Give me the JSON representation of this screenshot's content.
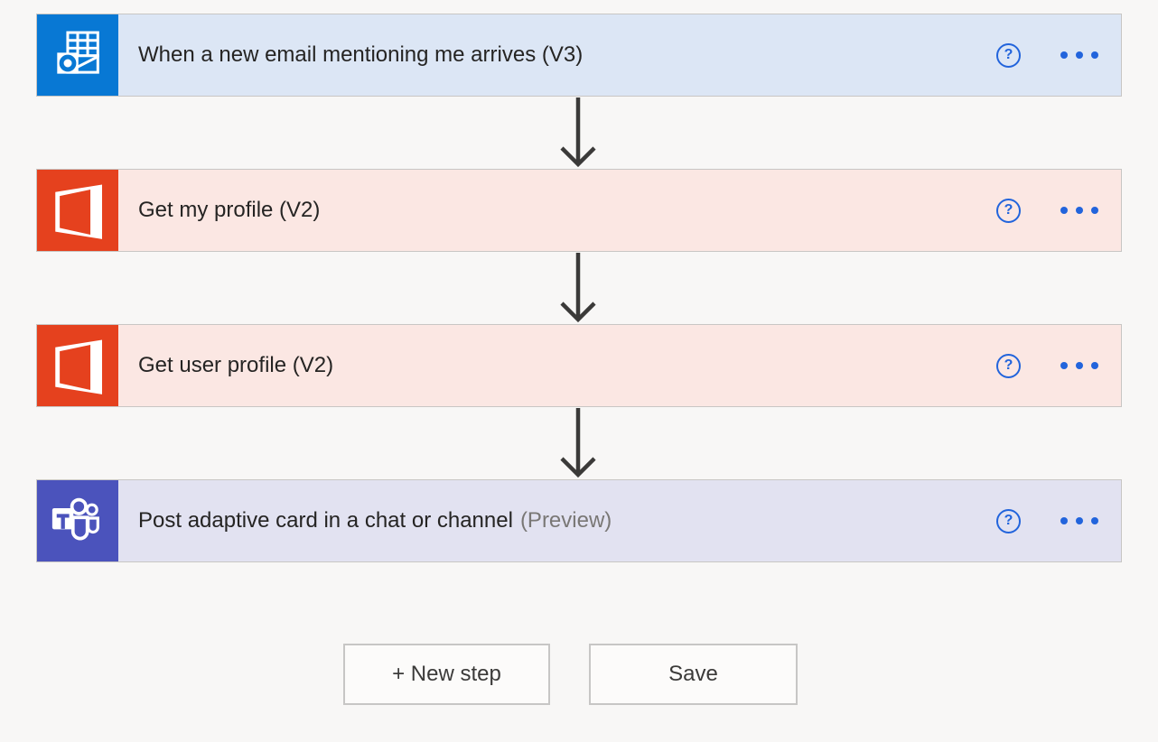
{
  "workflow": {
    "steps": [
      {
        "title": "When a new email mentioning me arrives (V3)",
        "suffix": "",
        "connector": "outlook",
        "tile_color": "#0878d4",
        "card_color": "#dce6f5"
      },
      {
        "title": "Get my profile (V2)",
        "suffix": "",
        "connector": "office365",
        "tile_color": "#e5411e",
        "card_color": "#fbe7e3"
      },
      {
        "title": "Get user profile (V2)",
        "suffix": "",
        "connector": "office365",
        "tile_color": "#e5411e",
        "card_color": "#fbe7e3"
      },
      {
        "title": "Post adaptive card in a chat or channel",
        "suffix": "(Preview)",
        "connector": "teams",
        "tile_color": "#4b53bc",
        "card_color": "#e2e2f1"
      }
    ],
    "card_controls": {
      "help_glyph": "?"
    }
  },
  "actions": {
    "new_step_label": "+ New step",
    "save_label": "Save"
  },
  "colors": {
    "page_bg": "#f8f7f6",
    "card_border": "#c8c6c4",
    "accent_blue": "#2264dc",
    "arrow": "#3b3a39",
    "title_text": "#252423",
    "preview_text": "#797775",
    "button_text": "#3b3a39",
    "outlook_tile": "#0878d4",
    "office_tile": "#e5411e",
    "teams_tile": "#4b53bc"
  }
}
